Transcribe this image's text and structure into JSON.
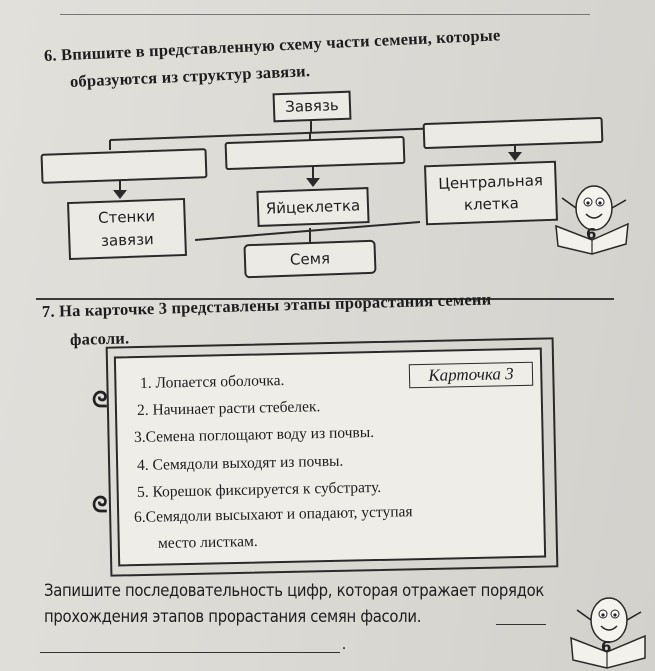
{
  "question6": {
    "line1": "6. Впишите в представленную схему части семени, которые",
    "line2": "образуются из структур завязи.",
    "root": "Завязь",
    "left_label_line1": "Стенки",
    "left_label_line2": "завязи",
    "middle_label": "Яйцеклетка",
    "right_label_line1": "Центральная",
    "right_label_line2": "клетка",
    "bottom_label": "Семя"
  },
  "question7": {
    "line1": "7. На карточке 3 представлены этапы прорастания семени",
    "line2": "фасоли.",
    "card_title": "Карточка 3",
    "stages": [
      "1. Лопается оболочка.",
      "2. Начинает расти стебелек.",
      "3.Семена поглощают воду из почвы.",
      "4. Семядоли выходят из почвы.",
      "5. Корешок фиксируется к субстрату.",
      "6.Семядоли высыхают и опадают, уступая",
      "место листкам."
    ],
    "task_line1": "Запишите последовательность цифр, которая отражает порядок",
    "task_line2": "прохождения этапов прорастания семян фасоли.",
    "end_mark": "."
  },
  "badge_number": "6",
  "colors": {
    "ink": "#1d1d1f",
    "paper": "#e2e0db"
  }
}
